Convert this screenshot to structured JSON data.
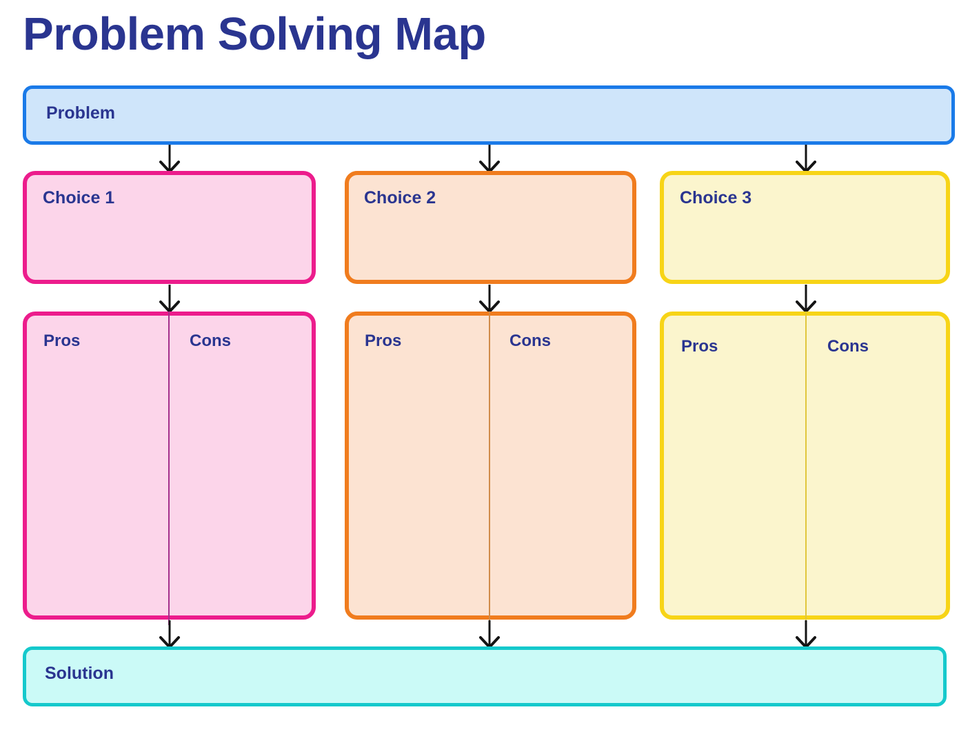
{
  "page": {
    "title": "Problem Solving Map",
    "background": "#ffffff"
  },
  "problem": {
    "label": "Problem",
    "border_color": "#1a7ae8",
    "fill_color": "#cfe5fa"
  },
  "choices": [
    {
      "label": "Choice 1",
      "border_color": "#ec1c8c",
      "fill_color": "#fcd5ea",
      "divider_color": "#a4308c",
      "pros_label": "Pros",
      "cons_label": "Cons"
    },
    {
      "label": "Choice 2",
      "border_color": "#f07c1e",
      "fill_color": "#fce3d2",
      "divider_color": "#d08b4a",
      "pros_label": "Pros",
      "cons_label": "Cons"
    },
    {
      "label": "Choice 3",
      "border_color": "#f7d417",
      "fill_color": "#fbf5cd",
      "divider_color": "#e0c63c",
      "pros_label": "Pros",
      "cons_label": "Cons"
    }
  ],
  "solution": {
    "label": "Solution",
    "border_color": "#15c9cc",
    "fill_color": "#cbfaf7"
  },
  "text_color": "#2a3590",
  "arrow_color": "#141414"
}
